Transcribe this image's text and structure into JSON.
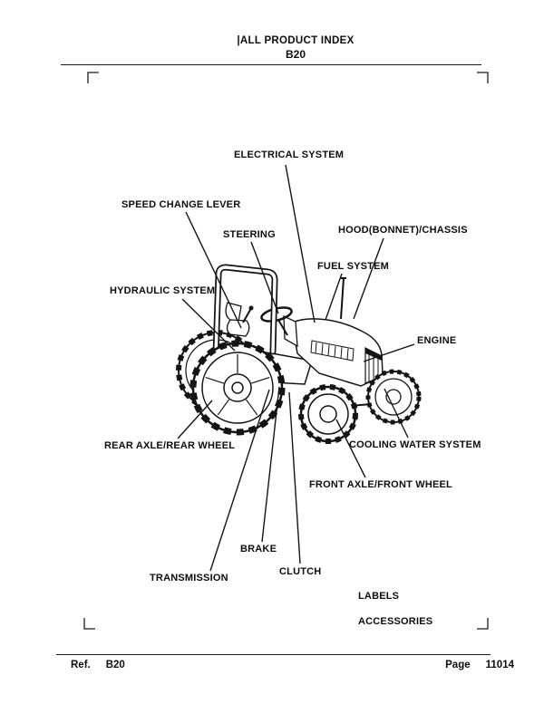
{
  "header": {
    "title": "|ALL PRODUCT INDEX",
    "model": "B20"
  },
  "diagram": {
    "labels": [
      {
        "text": "ELECTRICAL SYSTEM"
      },
      {
        "text": "SPEED CHANGE LEVER"
      },
      {
        "text": "STEERING"
      },
      {
        "text": "HOOD(BONNET)/CHASSIS"
      },
      {
        "text": "FUEL SYSTEM"
      },
      {
        "text": "HYDRAULIC SYSTEM"
      },
      {
        "text": "ENGINE"
      },
      {
        "text": "REAR AXLE/REAR WHEEL"
      },
      {
        "text": "COOLING WATER SYSTEM"
      },
      {
        "text": "FRONT AXLE/FRONT WHEEL"
      },
      {
        "text": "BRAKE"
      },
      {
        "text": "CLUTCH"
      },
      {
        "text": "TRANSMISSION"
      },
      {
        "text": "LABELS"
      },
      {
        "text": "ACCESSORIES"
      }
    ]
  },
  "footer": {
    "ref_label": "Ref.",
    "ref_value": "B20",
    "page_label": "Page",
    "page_value": "11014"
  }
}
